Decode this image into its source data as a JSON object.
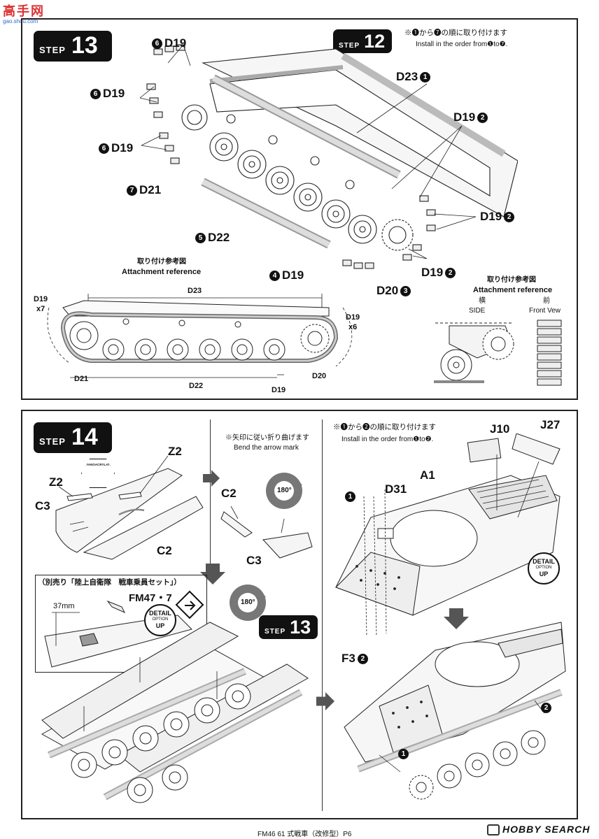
{
  "watermark": {
    "logo_text": "高手网",
    "logo_sub": "gao.shou.com"
  },
  "step13": {
    "step_word": "STEP",
    "step_num": "13",
    "step12_ref": "12",
    "note_ja": "※❶から❼の順に取り付けます",
    "note_en": "Install in the order from❶to❼.",
    "labels": {
      "d19_6a": "D19",
      "d19_6b": "D19",
      "d19_6c": "D19",
      "d21": "D21",
      "d22": "D22",
      "d23": "D23",
      "d19_2a": "D19",
      "d19_2b": "D19",
      "d19_2c": "D19",
      "d19_4": "D19",
      "d20": "D20"
    },
    "nums": {
      "n6": "6",
      "n7": "7",
      "n5": "5",
      "n1": "1",
      "n2": "2",
      "n4": "4",
      "n3": "3"
    },
    "ref_title_ja": "取り付け参考図",
    "ref_title_en": "Attachment reference",
    "side_ref": {
      "d19_x7": "D19",
      "x7": "x7",
      "d23": "D23",
      "d19_x6": "D19",
      "x6": "x6",
      "d21": "D21",
      "d22": "D22",
      "d19": "D19",
      "d20": "D20"
    },
    "ref2_title_ja": "取り付け参考図",
    "ref2_title_en": "Attachment reference",
    "side_ja": "横",
    "side_en": "SIDE",
    "front_ja": "前",
    "front_en": "Front Vew"
  },
  "step14": {
    "step_word": "STEP",
    "step_num": "14",
    "z2a": "Z2",
    "z2b": "Z2",
    "c3a": "C3",
    "c2a": "C2",
    "cyanoacrylate": "CYANOACRYLATE",
    "bend_ja": "※矢印に従い折り曲げます",
    "bend_en": "Bend the arrow mark",
    "c2b": "C2",
    "c3b": "C3",
    "deg180a": "180°",
    "deg180b": "180°",
    "optional_kit": "（別売り「陸上自衛隊　戦車乗員セット」）",
    "fm47": "FM47・7",
    "mm37": "37mm",
    "detail_word": "DETAIL",
    "option_word": "OPTION",
    "up_word": "UP",
    "step13_ref": "13",
    "install_ja": "※❶から❷の順に取り付けます",
    "install_en": "Install in the order from❶to❷.",
    "j10": "J10",
    "j27": "J27",
    "a1": "A1",
    "d31": "D31",
    "f3": "F3",
    "n1": "1",
    "n2": "2"
  },
  "footer": {
    "caption": "FM46 61 式戦車（改修型）P6",
    "brand": "HOBBY SEARCH"
  }
}
